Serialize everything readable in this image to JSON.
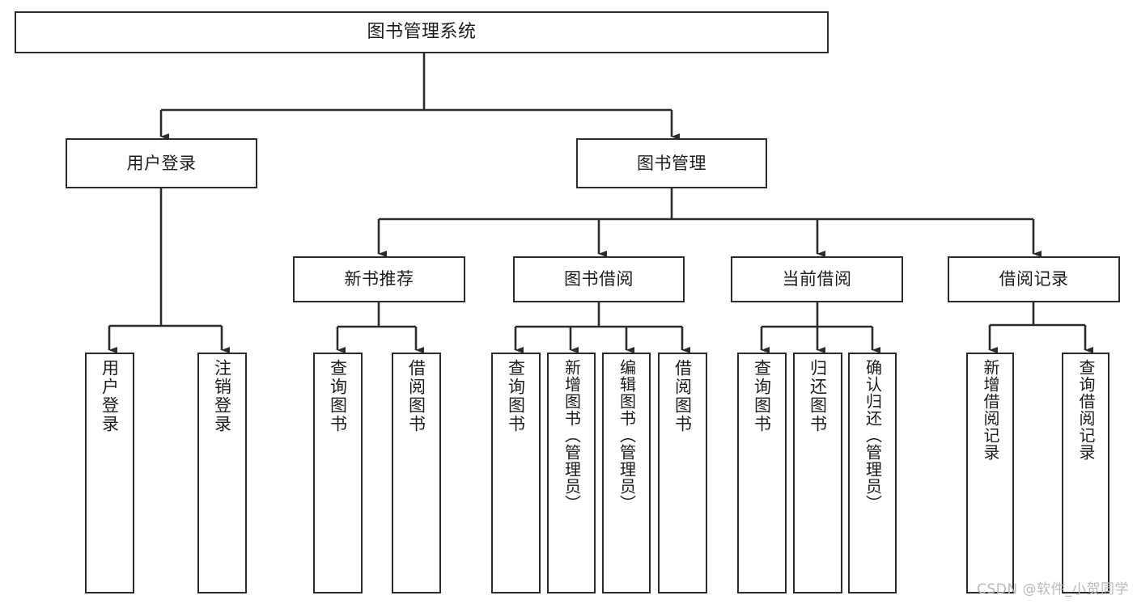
{
  "diagram": {
    "title": "图书管理系统",
    "type": "hierarchy-tree",
    "watermark": "CSDN @软件_小贺同学",
    "colors": {
      "stroke": "#2b2b2b",
      "fill": "#ffffff",
      "text": "#1c1c1c",
      "watermark": "#b9b9b9"
    },
    "levels": {
      "root": {
        "label": "图书管理系统"
      },
      "level2": [
        {
          "id": "user-login",
          "label": "用户登录"
        },
        {
          "id": "book-manage",
          "label": "图书管理"
        }
      ],
      "level3": [
        {
          "id": "new-book-recommend",
          "label": "新书推荐"
        },
        {
          "id": "book-borrow",
          "label": "图书借阅"
        },
        {
          "id": "current-borrow",
          "label": "当前借阅"
        },
        {
          "id": "borrow-record",
          "label": "借阅记录"
        }
      ],
      "leaves": {
        "user-login": [
          {
            "id": "leaf-user-login",
            "label": "用户登录"
          },
          {
            "id": "leaf-logout",
            "label": "注销登录"
          }
        ],
        "new-book-recommend": [
          {
            "id": "leaf-query-book-1",
            "label": "查询图书"
          },
          {
            "id": "leaf-borrow-book-1",
            "label": "借阅图书"
          }
        ],
        "book-borrow": [
          {
            "id": "leaf-query-book-2",
            "label": "查询图书"
          },
          {
            "id": "leaf-add-book",
            "label": "新增图书（管理员）"
          },
          {
            "id": "leaf-edit-book",
            "label": "编辑图书（管理员）"
          },
          {
            "id": "leaf-borrow-book-2",
            "label": "借阅图书"
          }
        ],
        "current-borrow": [
          {
            "id": "leaf-query-book-3",
            "label": "查询图书"
          },
          {
            "id": "leaf-return-book",
            "label": "归还图书"
          },
          {
            "id": "leaf-confirm-return",
            "label": "确认归还（管理员）"
          }
        ],
        "borrow-record": [
          {
            "id": "leaf-add-record",
            "label": "新增借阅记录"
          },
          {
            "id": "leaf-query-record",
            "label": "查询借阅记录"
          }
        ]
      }
    }
  }
}
